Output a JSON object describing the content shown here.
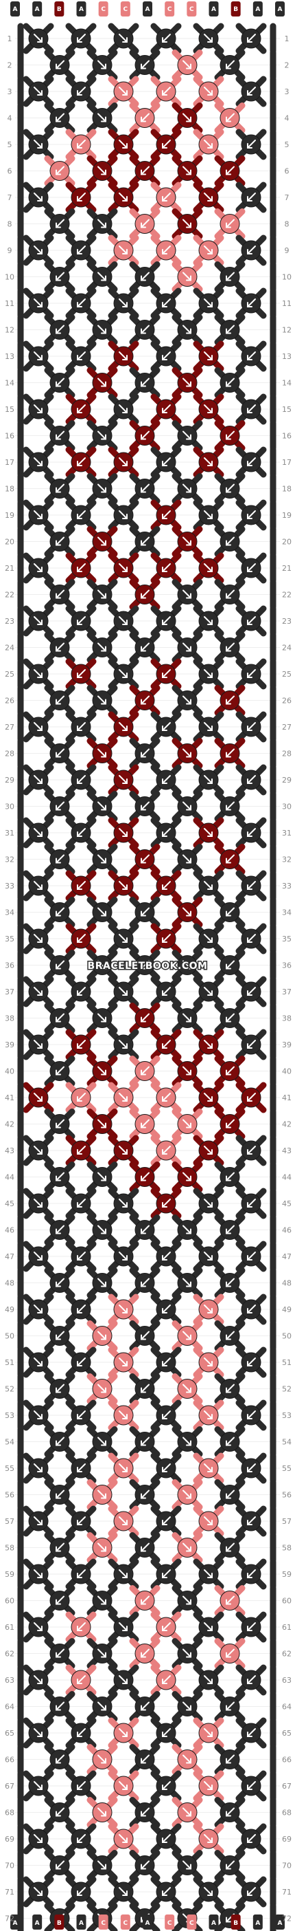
{
  "watermark": "BRACELETBOOK.COM",
  "colors": {
    "A": "#2b2b2b",
    "B": "#7b0a0a",
    "C": "#e87f7f",
    "line": "#eeeeee",
    "text": "#8a8a8a"
  },
  "strings": {
    "top": [
      "A",
      "A",
      "B",
      "A",
      "C",
      "C",
      "A",
      "C",
      "C",
      "A",
      "B",
      "A",
      "A"
    ],
    "bottom": [
      "A",
      "A",
      "B",
      "A",
      "C",
      "C",
      "A",
      "C",
      "C",
      "A",
      "B",
      "A",
      "A"
    ]
  },
  "rows": {
    "count": 72,
    "labels": [
      "1",
      "2",
      "3",
      "4",
      "5",
      "6",
      "7",
      "8",
      "9",
      "10",
      "11",
      "12",
      "13",
      "14",
      "15",
      "16",
      "17",
      "18",
      "19",
      "20",
      "21",
      "22",
      "23",
      "24",
      "25",
      "26",
      "27",
      "28",
      "29",
      "30",
      "31",
      "32",
      "33",
      "34",
      "35",
      "36",
      "37",
      "38",
      "39",
      "40",
      "41",
      "42",
      "43",
      "44",
      "45",
      "46",
      "47",
      "48",
      "49",
      "50",
      "51",
      "52",
      "53",
      "54",
      "55",
      "56",
      "57",
      "58",
      "59",
      "60",
      "61",
      "62",
      "63",
      "64",
      "65",
      "66",
      "67",
      "68",
      "69",
      "70",
      "71",
      "72"
    ]
  },
  "knots": {
    "legend": "A = dark gray, B = dark red, C = salmon",
    "rows": [
      "AAAAAA",
      "AAACAA",
      "AACCCA",
      "AACBCA",
      "ACBBCA",
      "CBBBBC",
      "ABBCBA",
      "AACBCA",
      "AACCCA",
      "AAACAA",
      "AAAAAA",
      "AAAAAA",
      "AABABA",
      "ABABAA",
      "ABABBA",
      "AABABA",
      "ABBABA",
      "AAAAAA",
      "AAABAA",
      "ABABAA",
      "ABBBBA",
      "AABAAA",
      "AAAAAA",
      "AAAAAA",
      "ABABAA",
      "AABABA",
      "AABAAA",
      "ABABBA",
      "AABAAA",
      "AAAAAA",
      "AABABA",
      "AABABA",
      "ABBBAA",
      "AAABAA",
      "ABABAA",
      "AAAAAA",
      "AAAAAA",
      "AABAAA",
      "ABABBA",
      "ABCBBA",
      "BCCCBB",
      "ABCCBA",
      "ABBCBA",
      "AABBAA",
      "AAABAA",
      "AAAAAA",
      "AAAAAA",
      "AAAAAA",
      "AACACA",
      "ACACAA",
      "AACACA",
      "ACACAA",
      "AACACA",
      "AAAAAA",
      "AACACA",
      "ACACAA",
      "AACACA",
      "ACACAA",
      "AAAAAA",
      "AACACA",
      "ACACAA",
      "AACACA",
      "ACACAA",
      "AAAAAA",
      "AACACA",
      "ACACAA",
      "AACACA",
      "ACACAA",
      "AACACA",
      "AAAAAA",
      "AAAAAA",
      "AAAAAA"
    ]
  }
}
